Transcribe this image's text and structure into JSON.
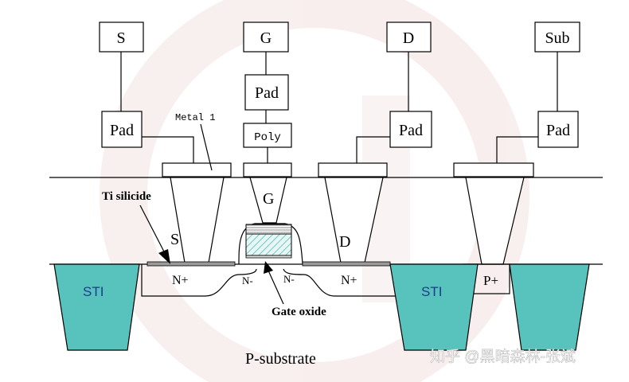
{
  "terminals": {
    "source": "S",
    "gate": "G",
    "drain": "D",
    "substrate": "Sub"
  },
  "pads": {
    "source_pad": "Pad",
    "gate_pad": "Pad",
    "drain_pad": "Pad",
    "sub_pad": "Pad",
    "poly": "Poly"
  },
  "labels": {
    "metal1": "Metal 1",
    "ti_silicide": "Ti silicide",
    "gate_oxide": "Gate oxide",
    "p_substrate": "P-substrate",
    "s_region": "S",
    "g_region": "G",
    "d_region": "D",
    "n_plus_left": "N+",
    "n_plus_right": "N+",
    "n_minus_left": "N-",
    "n_minus_right": "N-",
    "p_plus": "P+",
    "sti_left": "STI",
    "sti_right": "STI"
  },
  "watermark": "知乎 @黑暗森林-张斌",
  "colors": {
    "sti_fill": "#58c3bd",
    "gate_hatch": "#6ec9c3",
    "watermark_ring": "#f3e1e1",
    "silicide": "#999999"
  }
}
